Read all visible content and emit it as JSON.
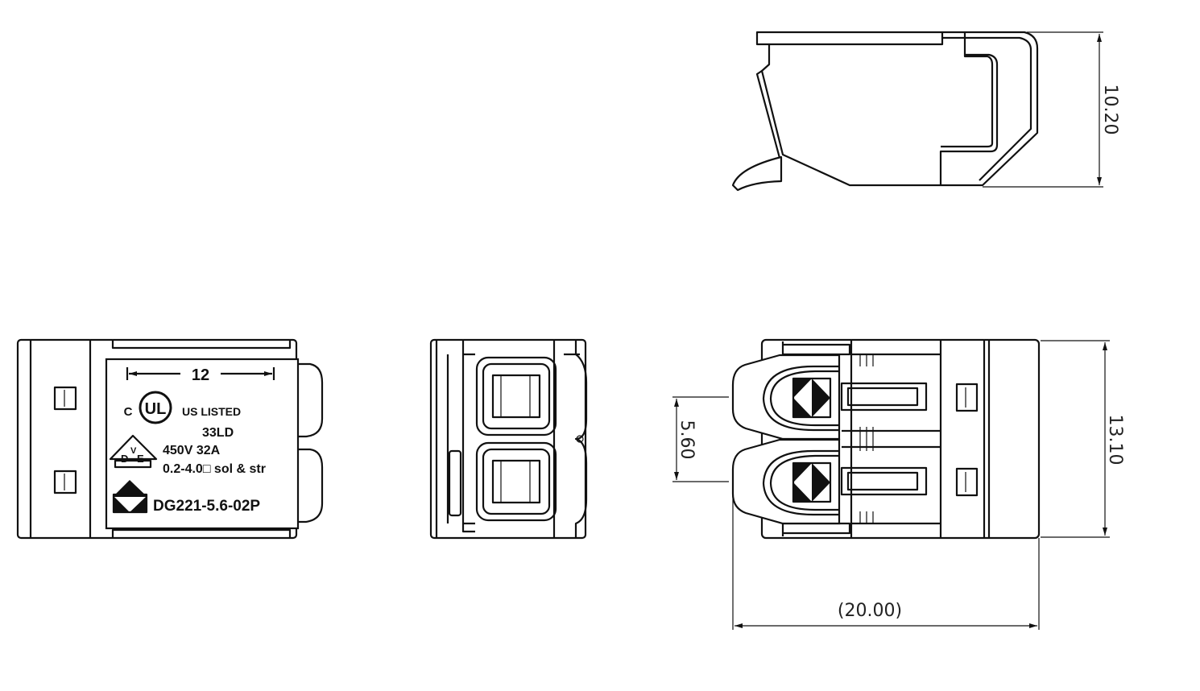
{
  "label": {
    "width_dim": "12",
    "ul_c": "C",
    "ul_mark": "UL",
    "ul_listed": "US LISTED",
    "ul_code": "33LD",
    "rating": "450V 32A",
    "wire_range": "0.2-4.0□ sol & str",
    "part_number": "DG221-5.6-02P",
    "vde_logo": "DVE"
  },
  "dimensions": {
    "side_height": "10.20",
    "pitch": "5.60",
    "front_height": "13.10",
    "overall_length": "(20.00)"
  },
  "colors": {
    "line": "#111111",
    "background": "#ffffff"
  }
}
